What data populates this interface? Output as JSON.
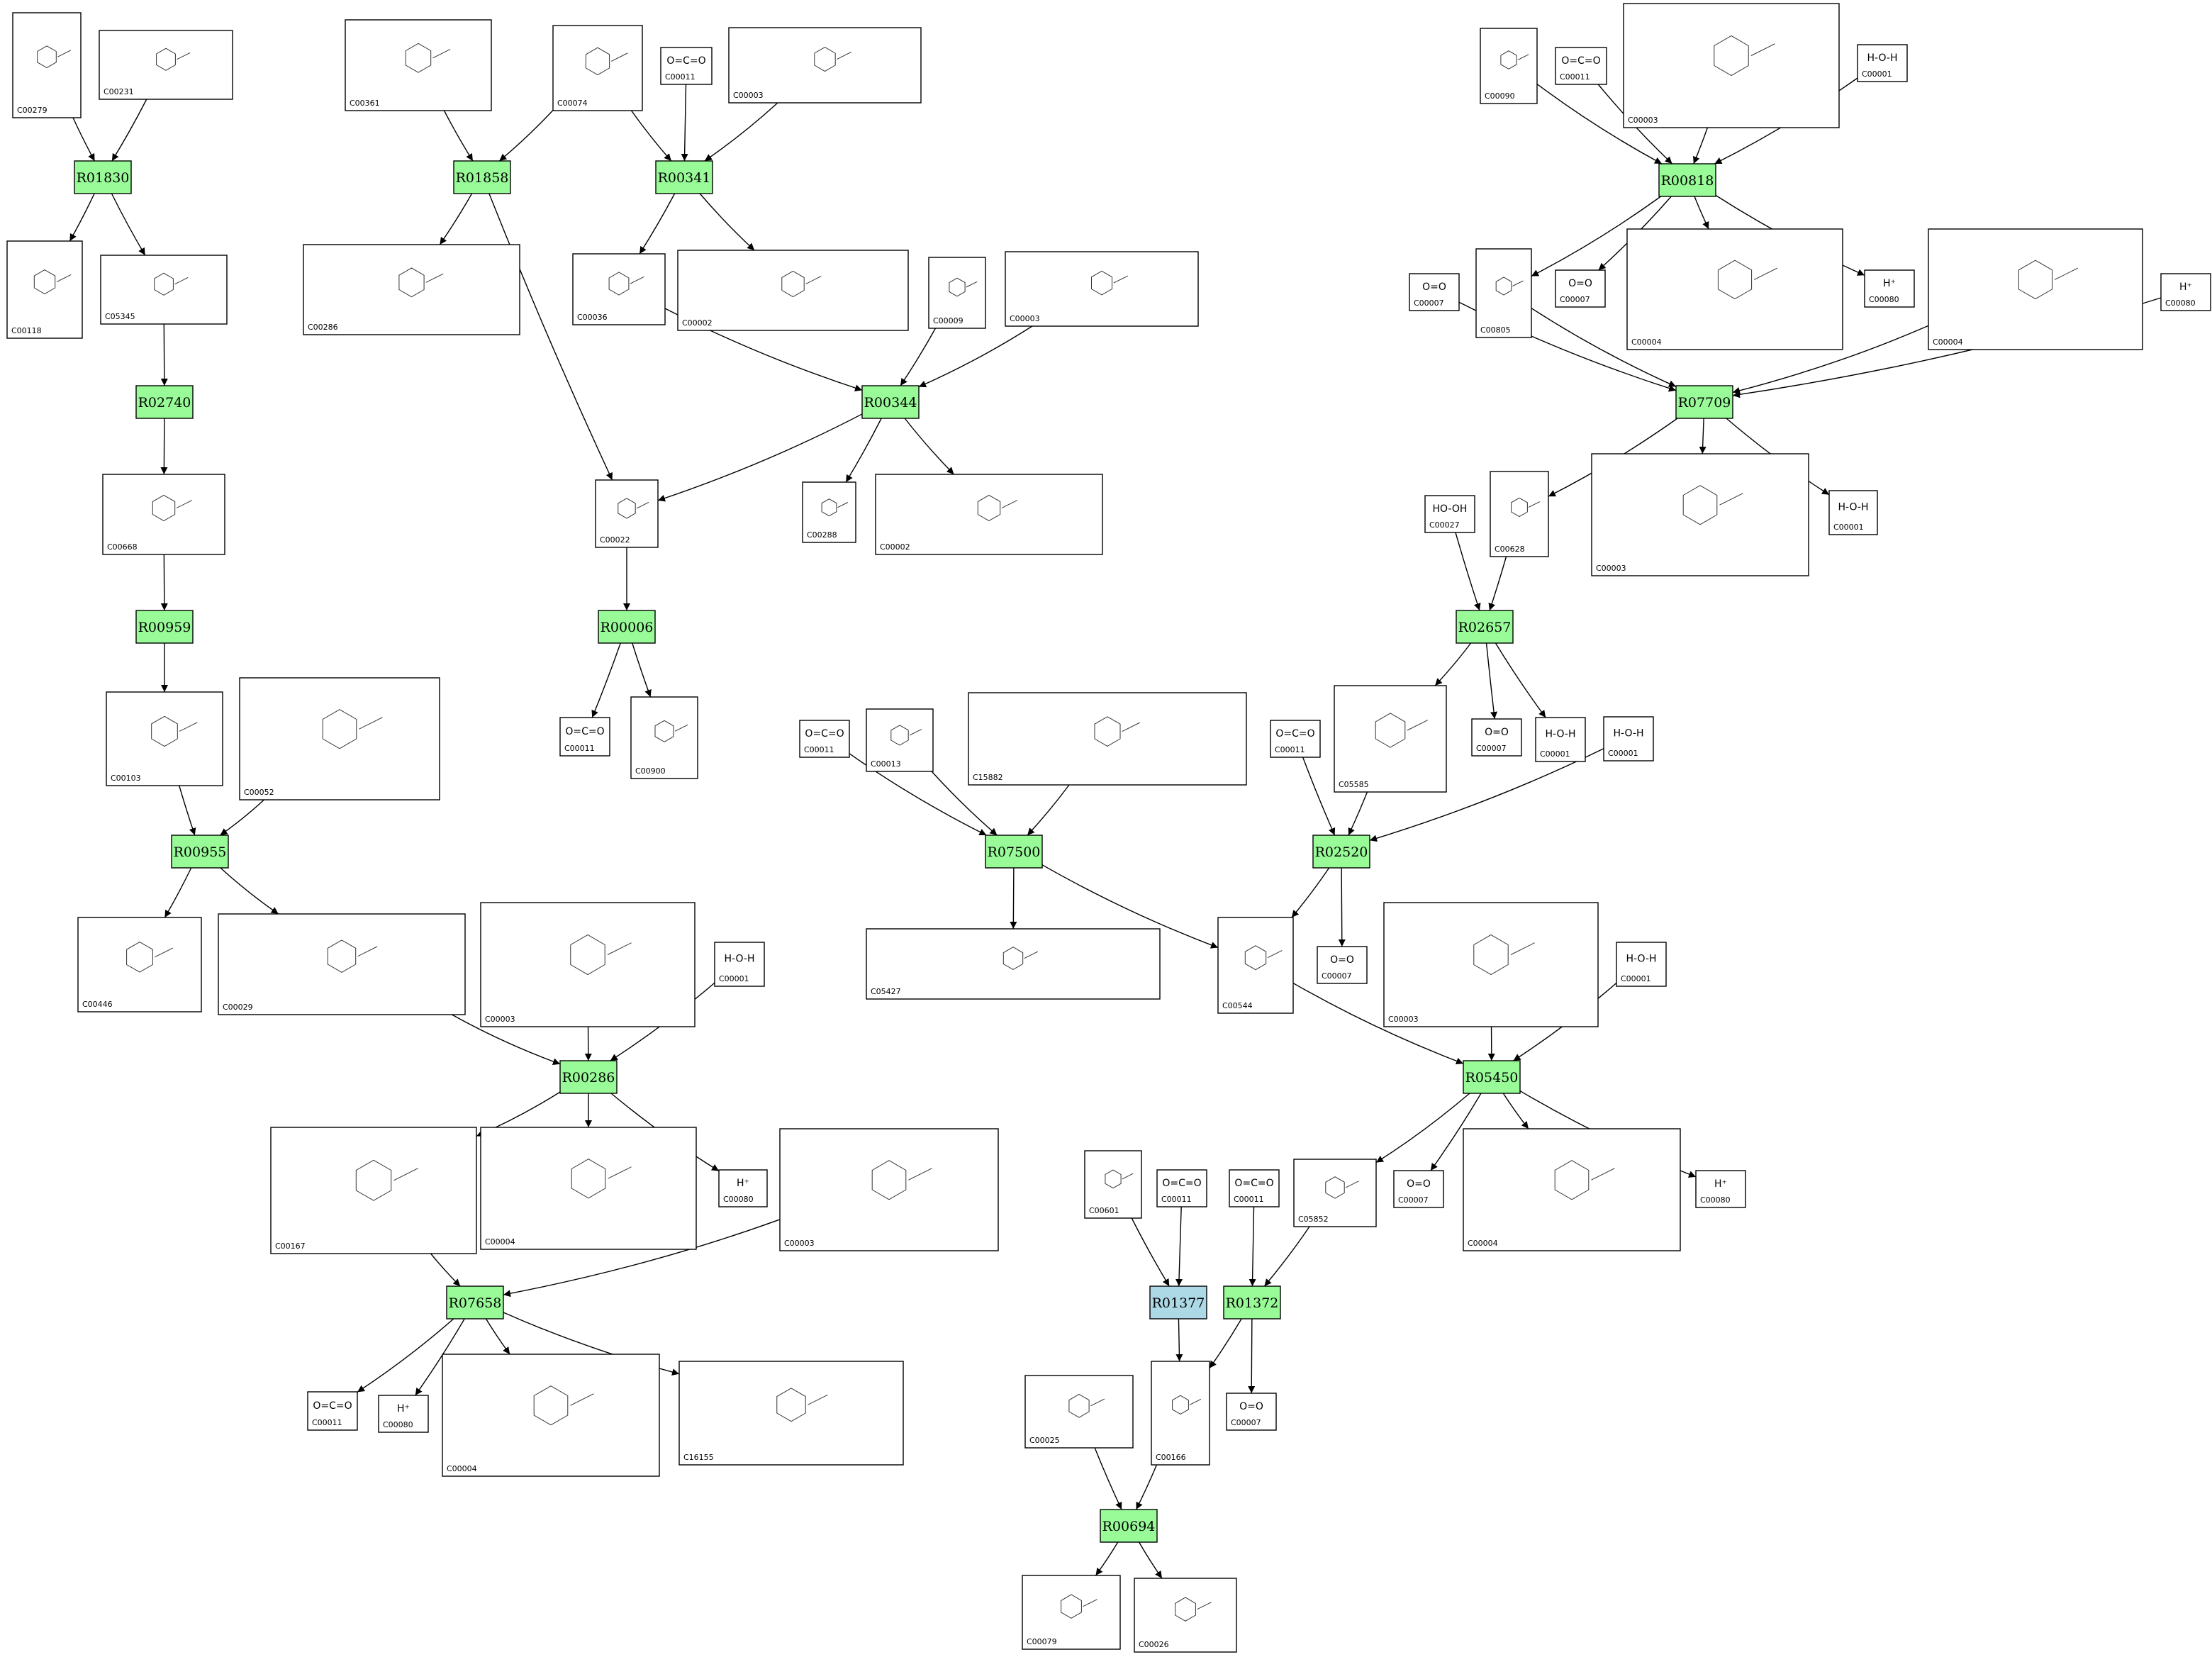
{
  "colors": {
    "reaction_fill": "#98fb98",
    "highlight_fill": "#add8e6",
    "stroke": "#000000",
    "background": "#ffffff"
  },
  "reactions": [
    {
      "id": "R01830"
    },
    {
      "id": "R01858"
    },
    {
      "id": "R00341"
    },
    {
      "id": "R00818"
    },
    {
      "id": "R02740"
    },
    {
      "id": "R00344"
    },
    {
      "id": "R07709"
    },
    {
      "id": "R00959"
    },
    {
      "id": "R00006"
    },
    {
      "id": "R02657"
    },
    {
      "id": "R00955"
    },
    {
      "id": "R07500"
    },
    {
      "id": "R02520"
    },
    {
      "id": "R00286"
    },
    {
      "id": "R05450"
    },
    {
      "id": "R07658"
    },
    {
      "id": "R01377",
      "highlight": true
    },
    {
      "id": "R01372"
    },
    {
      "id": "R00694"
    }
  ],
  "compounds": [
    {
      "id": "C00279",
      "formula": ""
    },
    {
      "id": "C00231",
      "formula": ""
    },
    {
      "id": "C00361",
      "formula": ""
    },
    {
      "id": "C00074",
      "formula": ""
    },
    {
      "id": "C00011",
      "formula": "O=C=O"
    },
    {
      "id": "C00003",
      "formula": ""
    },
    {
      "id": "C00090",
      "formula": ""
    },
    {
      "id": "C00011",
      "formula": "O=C=O"
    },
    {
      "id": "C00003",
      "formula": ""
    },
    {
      "id": "C00001",
      "formula": "H-O-H"
    },
    {
      "id": "C00118",
      "formula": ""
    },
    {
      "id": "C05345",
      "formula": ""
    },
    {
      "id": "C00286",
      "formula": ""
    },
    {
      "id": "C00036",
      "formula": ""
    },
    {
      "id": "C00002",
      "formula": ""
    },
    {
      "id": "C00009",
      "formula": ""
    },
    {
      "id": "C00003",
      "formula": ""
    },
    {
      "id": "C00007",
      "formula": "O=O"
    },
    {
      "id": "C00805",
      "formula": ""
    },
    {
      "id": "C00007",
      "formula": "O=O"
    },
    {
      "id": "C00004",
      "formula": ""
    },
    {
      "id": "C00080",
      "formula": "H⁺"
    },
    {
      "id": "C00004",
      "formula": ""
    },
    {
      "id": "C00080",
      "formula": "H⁺"
    },
    {
      "id": "C00668",
      "formula": ""
    },
    {
      "id": "C00022",
      "formula": ""
    },
    {
      "id": "C00288",
      "formula": ""
    },
    {
      "id": "C00002",
      "formula": ""
    },
    {
      "id": "C00027",
      "formula": "HO-OH"
    },
    {
      "id": "C00628",
      "formula": ""
    },
    {
      "id": "C00003",
      "formula": ""
    },
    {
      "id": "C00001",
      "formula": "H-O-H"
    },
    {
      "id": "C00103",
      "formula": ""
    },
    {
      "id": "C00052",
      "formula": ""
    },
    {
      "id": "C00011",
      "formula": "O=C=O"
    },
    {
      "id": "C00900",
      "formula": ""
    },
    {
      "id": "C05585",
      "formula": ""
    },
    {
      "id": "C00007",
      "formula": "O=O"
    },
    {
      "id": "C00001",
      "formula": "H-O-H"
    },
    {
      "id": "C00011",
      "formula": "O=C=O"
    },
    {
      "id": "C00013",
      "formula": ""
    },
    {
      "id": "C15882",
      "formula": ""
    },
    {
      "id": "C00011",
      "formula": "O=C=O"
    },
    {
      "id": "C00001",
      "formula": "H-O-H"
    },
    {
      "id": "C00446",
      "formula": ""
    },
    {
      "id": "C00029",
      "formula": ""
    },
    {
      "id": "C00003",
      "formula": ""
    },
    {
      "id": "C00001",
      "formula": "H-O-H"
    },
    {
      "id": "C05427",
      "formula": ""
    },
    {
      "id": "C00544",
      "formula": ""
    },
    {
      "id": "C00007",
      "formula": "O=O"
    },
    {
      "id": "C00003",
      "formula": ""
    },
    {
      "id": "C00001",
      "formula": "H-O-H"
    },
    {
      "id": "C00167",
      "formula": ""
    },
    {
      "id": "C00004",
      "formula": ""
    },
    {
      "id": "C00080",
      "formula": "H⁺"
    },
    {
      "id": "C00003",
      "formula": ""
    },
    {
      "id": "C00601",
      "formula": ""
    },
    {
      "id": "C00011",
      "formula": "O=C=O"
    },
    {
      "id": "C00011",
      "formula": "O=C=O"
    },
    {
      "id": "C05852",
      "formula": ""
    },
    {
      "id": "C00007",
      "formula": "O=O"
    },
    {
      "id": "C00004",
      "formula": ""
    },
    {
      "id": "C00080",
      "formula": "H⁺"
    },
    {
      "id": "C00011",
      "formula": "O=C=O"
    },
    {
      "id": "C00080",
      "formula": "H⁺"
    },
    {
      "id": "C00004",
      "formula": ""
    },
    {
      "id": "C16155",
      "formula": ""
    },
    {
      "id": "C00025",
      "formula": ""
    },
    {
      "id": "C00166",
      "formula": ""
    },
    {
      "id": "C00007",
      "formula": "O=O"
    },
    {
      "id": "C00079",
      "formula": ""
    },
    {
      "id": "C00026",
      "formula": ""
    }
  ],
  "edges": [
    [
      0,
      0
    ],
    [
      1,
      0
    ],
    [
      2,
      1
    ],
    [
      3,
      1
    ],
    [
      3,
      2
    ],
    [
      4,
      2
    ],
    [
      5,
      2
    ],
    [
      6,
      3
    ],
    [
      7,
      3
    ],
    [
      8,
      3
    ],
    [
      9,
      3
    ],
    [
      0,
      10
    ],
    [
      0,
      11
    ],
    [
      1,
      12
    ],
    [
      1,
      25
    ],
    [
      2,
      13
    ],
    [
      2,
      14
    ],
    [
      3,
      18
    ],
    [
      3,
      19
    ],
    [
      3,
      20
    ],
    [
      3,
      21
    ],
    [
      11,
      4
    ],
    [
      4,
      24
    ],
    [
      13,
      5
    ],
    [
      15,
      5
    ],
    [
      16,
      5
    ],
    [
      17,
      6
    ],
    [
      18,
      6
    ],
    [
      22,
      6
    ],
    [
      23,
      6
    ],
    [
      24,
      7
    ],
    [
      5,
      25
    ],
    [
      5,
      26
    ],
    [
      5,
      27
    ],
    [
      6,
      29
    ],
    [
      6,
      30
    ],
    [
      6,
      31
    ],
    [
      7,
      32
    ],
    [
      25,
      8
    ],
    [
      28,
      9
    ],
    [
      29,
      9
    ],
    [
      32,
      10
    ],
    [
      33,
      10
    ],
    [
      8,
      34
    ],
    [
      8,
      35
    ],
    [
      9,
      36
    ],
    [
      9,
      37
    ],
    [
      9,
      38
    ],
    [
      39,
      11
    ],
    [
      40,
      11
    ],
    [
      41,
      11
    ],
    [
      42,
      12
    ],
    [
      36,
      12
    ],
    [
      43,
      12
    ],
    [
      10,
      44
    ],
    [
      10,
      45
    ],
    [
      45,
      13
    ],
    [
      46,
      13
    ],
    [
      47,
      13
    ],
    [
      11,
      48
    ],
    [
      11,
      49
    ],
    [
      12,
      49
    ],
    [
      12,
      50
    ],
    [
      49,
      14
    ],
    [
      51,
      14
    ],
    [
      52,
      14
    ],
    [
      13,
      53
    ],
    [
      13,
      54
    ],
    [
      13,
      55
    ],
    [
      53,
      15
    ],
    [
      56,
      15
    ],
    [
      14,
      60
    ],
    [
      14,
      61
    ],
    [
      14,
      62
    ],
    [
      14,
      63
    ],
    [
      57,
      16
    ],
    [
      58,
      16
    ],
    [
      59,
      17
    ],
    [
      60,
      17
    ],
    [
      15,
      64
    ],
    [
      15,
      65
    ],
    [
      15,
      66
    ],
    [
      15,
      67
    ],
    [
      16,
      69
    ],
    [
      17,
      69
    ],
    [
      17,
      70
    ],
    [
      68,
      18
    ],
    [
      69,
      18
    ],
    [
      18,
      71
    ],
    [
      18,
      72
    ]
  ]
}
